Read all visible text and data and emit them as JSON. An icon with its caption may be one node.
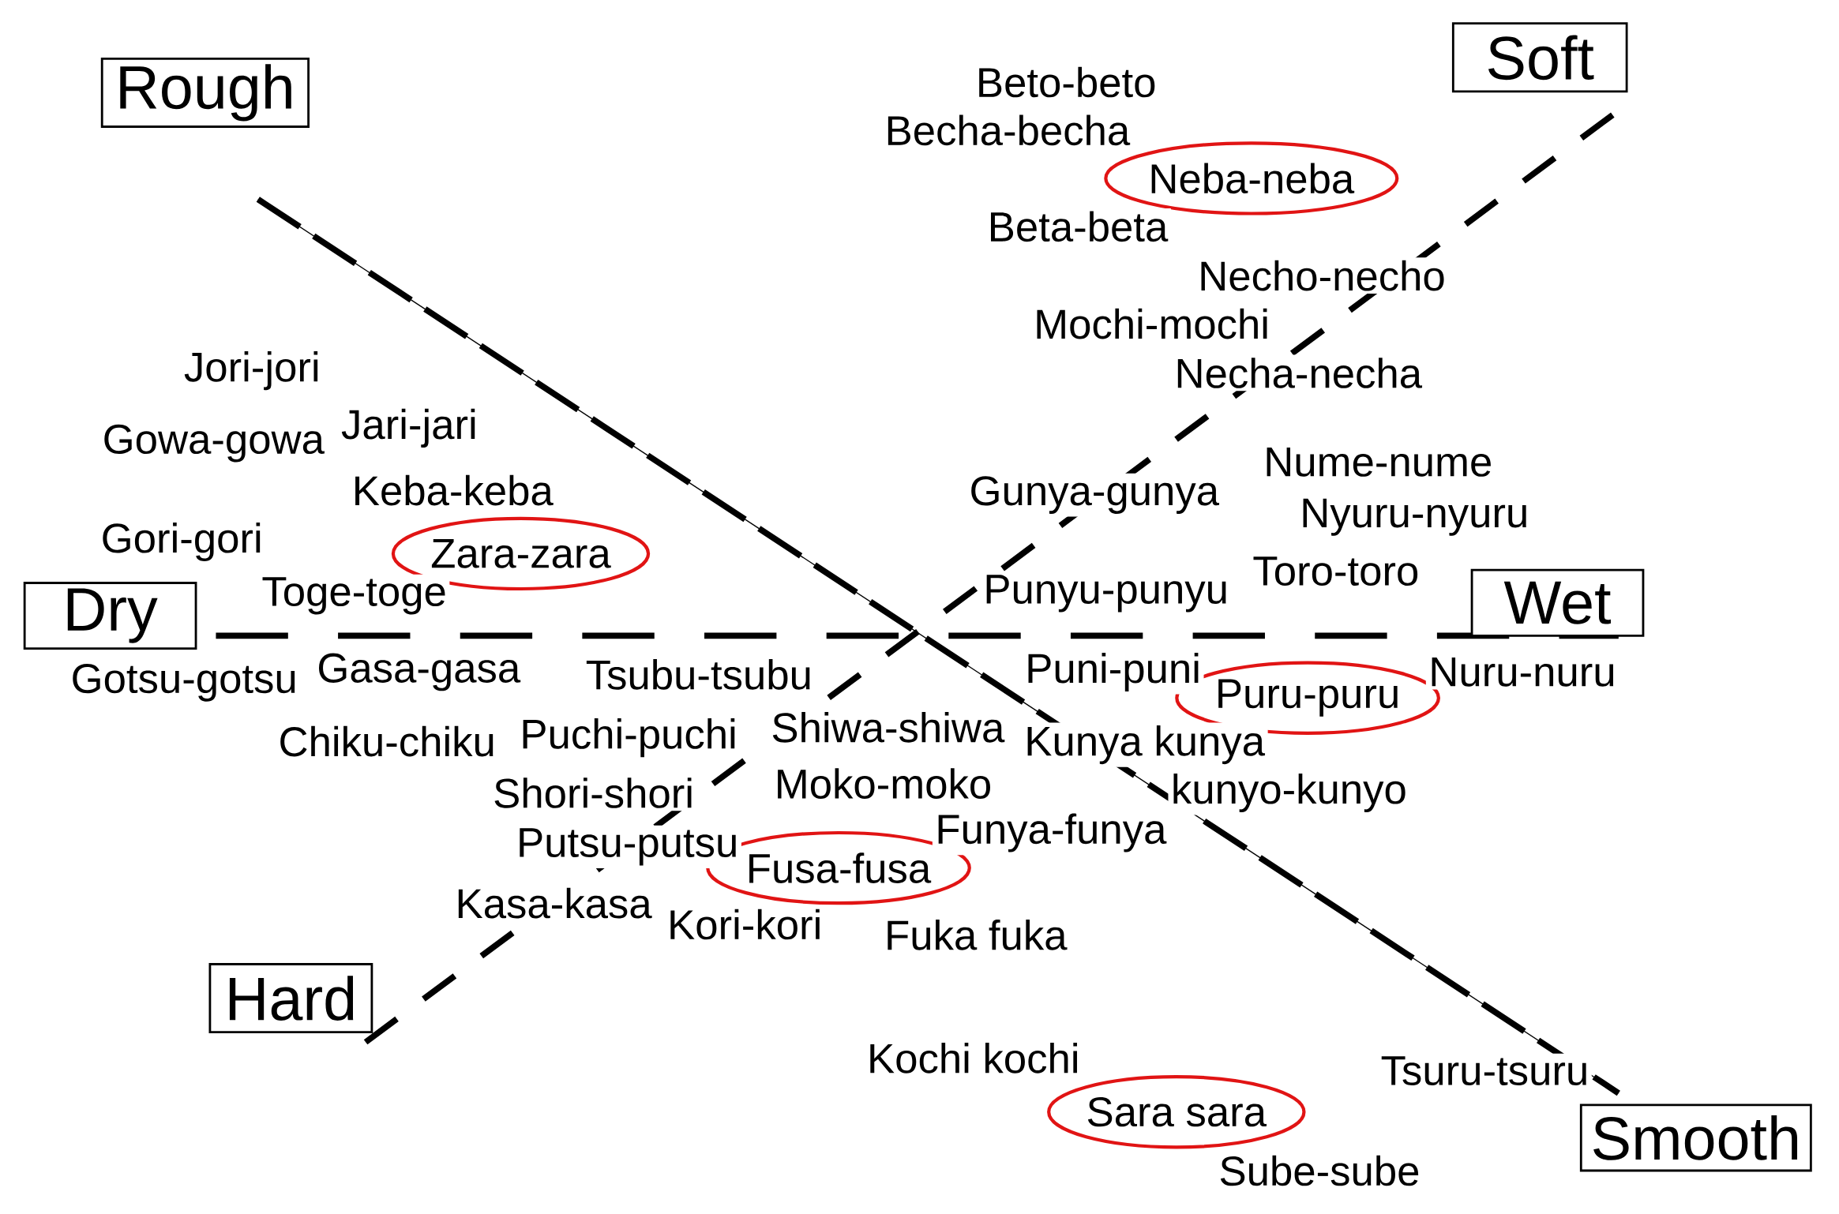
{
  "diagram": {
    "nodes": [
      {
        "text": [
          "Rough"
        ]
      },
      {
        "text": [
          "Soft"
        ]
      },
      {
        "text": [
          "Dry"
        ]
      },
      {
        "text": [
          "Wet"
        ]
      },
      {
        "text": [
          "Hard"
        ]
      },
      {
        "text": [
          "Smooth"
        ]
      },
      {
        "text": [
          "Neba-neba"
        ]
      },
      {
        "text": [
          "Zara-zara"
        ]
      },
      {
        "text": [
          "Puru-puru"
        ]
      },
      {
        "text": [
          "Fusa-fusa"
        ]
      },
      {
        "text": [
          "Sara sara"
        ]
      }
    ],
    "labels": [
      "Beto-beto",
      "Becha-becha",
      "Beta-beta",
      "Necho-necho",
      "Mochi-mochi",
      "Jori-jori",
      "Necha-necha",
      "Gowa-gowa",
      "Jari-jari",
      "Keba-keba",
      "Nume-nume",
      "Gunya-gunya",
      "Nyuru-nyuru",
      "Gori-gori",
      "Toro-toro",
      "Toge-toge",
      "Punyu-punyu",
      "Gotsu-gotsu",
      "Gasa-gasa",
      "Tsubu-tsubu",
      "Puni-puni",
      "Nuru-nuru",
      "Chiku-chiku",
      "Puchi-puchi",
      "Shiwa-shiwa",
      "Kunya kunya",
      "Shori-shori",
      "Moko-moko",
      "kunyo-kunyo",
      "Putsu-putsu",
      "Funya-funya",
      "Kasa-kasa",
      "Kori-kori",
      "Fuka fuka",
      "Kochi kochi",
      "Tsuru-tsuru",
      "Sube-sube"
    ]
  }
}
